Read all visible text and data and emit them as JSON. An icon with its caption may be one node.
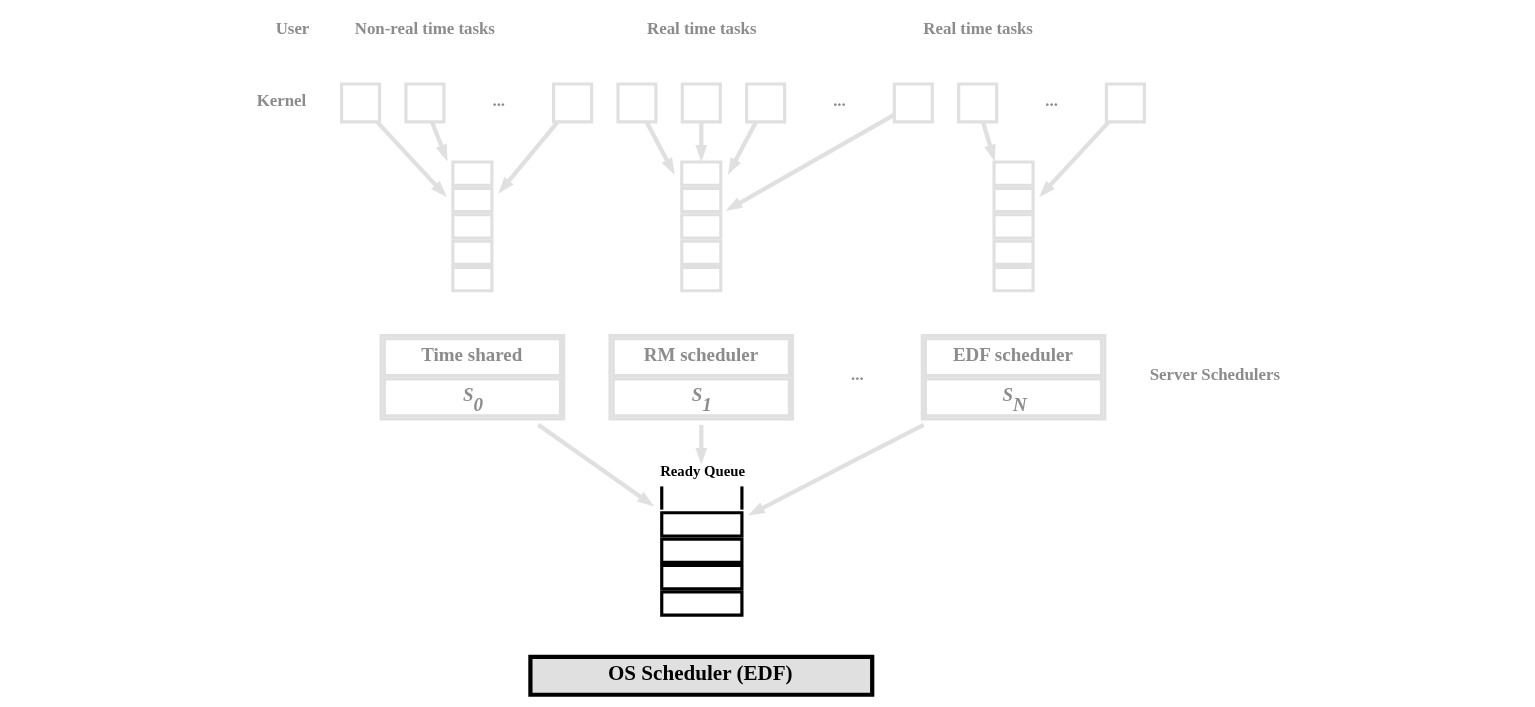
{
  "diagram": {
    "nodes": [
      {
        "text": [],
        "shape": "box"
      },
      {
        "text": [],
        "shape": "box"
      },
      {
        "text": [],
        "shape": "box"
      },
      {
        "text": [],
        "shape": "box"
      },
      {
        "text": [],
        "shape": "box"
      },
      {
        "text": [],
        "shape": "box"
      },
      {
        "text": [],
        "shape": "box"
      },
      {
        "text": [],
        "shape": "box"
      },
      {
        "text": [],
        "shape": "box"
      },
      {
        "text": [],
        "shape": "queue"
      },
      {
        "text": [],
        "shape": "queue"
      },
      {
        "text": [],
        "shape": "queue"
      },
      {
        "text": [
          "Time shared",
          "S$_{0}$"
        ]
      },
      {
        "text": [
          "RM scheduler",
          "S$_{1}$"
        ]
      },
      {
        "text": [
          "EDF scheduler",
          "S$_{N}$"
        ]
      },
      {
        "text": [
          "Ready Queue"
        ]
      },
      {
        "text": [
          "OS Scheduler (EDF)"
        ]
      }
    ],
    "edges": [
      {
        "from": 0,
        "to": 9,
        "arrow": "to"
      },
      {
        "from": 1,
        "to": 9,
        "arrow": "to"
      },
      {
        "from": 2,
        "to": 9,
        "arrow": "to"
      },
      {
        "from": 3,
        "to": 10,
        "arrow": "to"
      },
      {
        "from": 4,
        "to": 10,
        "arrow": "to"
      },
      {
        "from": 5,
        "to": 10,
        "arrow": "to"
      },
      {
        "from": 6,
        "to": 10,
        "arrow": "to"
      },
      {
        "from": 7,
        "to": 11,
        "arrow": "to"
      },
      {
        "from": 8,
        "to": 11,
        "arrow": "to"
      },
      {
        "from": 12,
        "to": 15,
        "arrow": "to"
      },
      {
        "from": 13,
        "to": 15,
        "arrow": "to"
      },
      {
        "from": 14,
        "to": 15,
        "arrow": "to"
      }
    ],
    "labels": [
      "Non-real time tasks",
      "Real time tasks",
      "Real time tasks",
      "...",
      "...",
      "...",
      "User",
      "Kernel",
      "...",
      "Server Schedulers"
    ]
  }
}
